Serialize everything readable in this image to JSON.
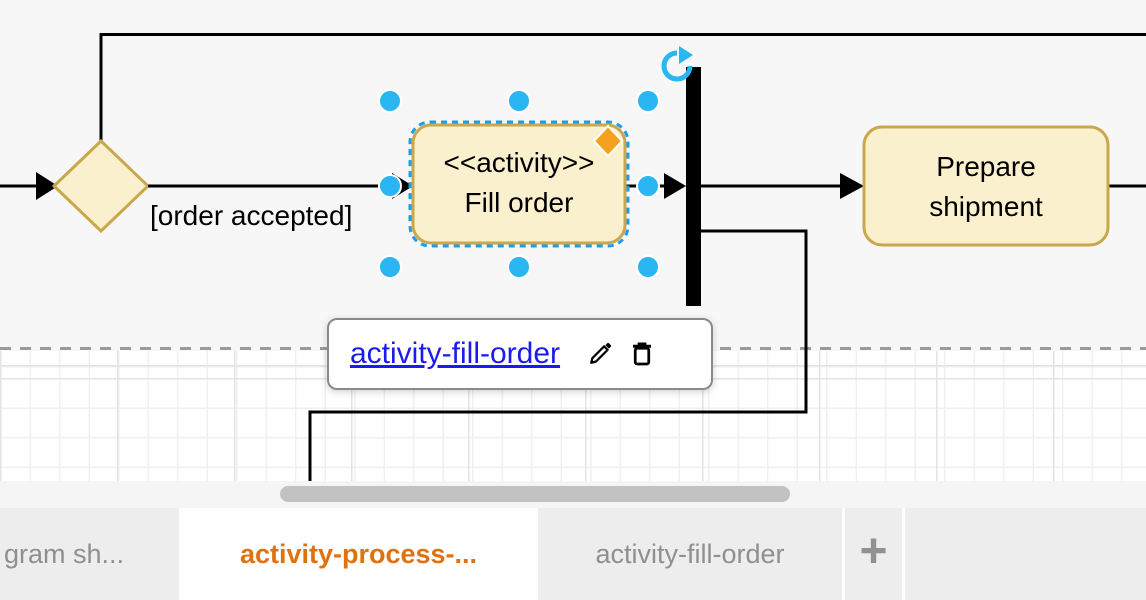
{
  "canvas": {
    "edge_label": "[order accepted]",
    "activity_box": {
      "stereotype": "<<activity>>",
      "name": "Fill order"
    },
    "prepare_box": {
      "line1": "Prepare",
      "line2": "shipment"
    },
    "colors": {
      "shape_fill": "#fbf0cd",
      "shape_stroke": "#c9a74c",
      "selection_blue": "#1e9be9",
      "handle_blue": "#29b6f2",
      "edit_handle_orange": "#f5a11f",
      "edge_black": "#000000",
      "canvas_bg": "#f7f7f8",
      "page_separator_gray": "#9a9a9a"
    }
  },
  "tooltip": {
    "link": "activity-fill-order",
    "edit_icon": "pencil-icon",
    "delete_icon": "trash-icon"
  },
  "scrollbar": {
    "orientation": "horizontal"
  },
  "tabs": {
    "items": [
      {
        "label": "gram sh...",
        "active": false
      },
      {
        "label": "activity-process-...",
        "active": true
      },
      {
        "label": "activity-fill-order",
        "active": false
      }
    ],
    "add_label": "+",
    "active_color": "#e0710f"
  }
}
